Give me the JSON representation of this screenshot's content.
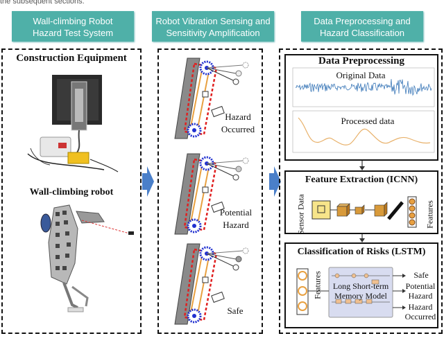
{
  "top_text": "the subsequent sections.",
  "headers": {
    "h1": [
      "Wall-climbing Robot",
      "Hazard Test System"
    ],
    "h2": [
      "Robot Vibration Sensing and",
      "Sensitivity Amplification"
    ],
    "h3": [
      "Data Preprocessing and",
      "Hazard Classification"
    ]
  },
  "panel1": {
    "title": "Construction Equipment",
    "subtitle": "Wall-climbing robot"
  },
  "panel2": {
    "state1": [
      "Hazard",
      "Occurred"
    ],
    "state2": [
      "Potential",
      "Hazard"
    ],
    "state3": "Safe"
  },
  "panel3": {
    "preprocess": {
      "title": "Data Preprocessing",
      "original": "Original Data",
      "processed": "Processed data"
    },
    "feature": {
      "title": "Feature  Extraction (ICNN)",
      "input_label": "Sensor Data",
      "output_label": "Features"
    },
    "classify": {
      "title": "Classification of Risks (LSTM)",
      "input_label": "Features",
      "model": [
        "Long Short-term",
        "Memory Model"
      ],
      "out1": "Safe",
      "out2": [
        "Potential",
        "Hazard"
      ],
      "out3": [
        "Hazard",
        "Occurred"
      ]
    }
  },
  "colors": {
    "header": "#4fb0a8",
    "arrow": "#4a7fc9",
    "signal": "#3b78b8",
    "processed": "#e8b16a",
    "robot_red": "#e02020",
    "robot_blue": "#2030d0",
    "rail_orange": "#e8a040"
  }
}
